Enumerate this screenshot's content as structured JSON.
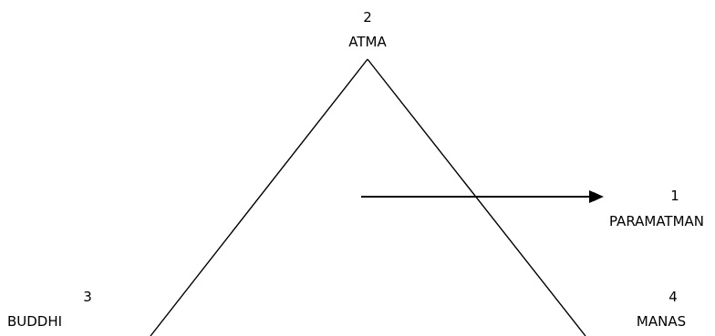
{
  "nodes": {
    "atma": {
      "number": "2",
      "name": "ATMA"
    },
    "paramatman": {
      "number": "1",
      "name": "PARAMATMAN"
    },
    "buddhi": {
      "number": "3",
      "name": "BUDDHI"
    },
    "manas": {
      "number": "4",
      "name": "MANAS"
    }
  },
  "colors": {
    "line": "#000000",
    "text": "#000000",
    "background": "#ffffff"
  }
}
